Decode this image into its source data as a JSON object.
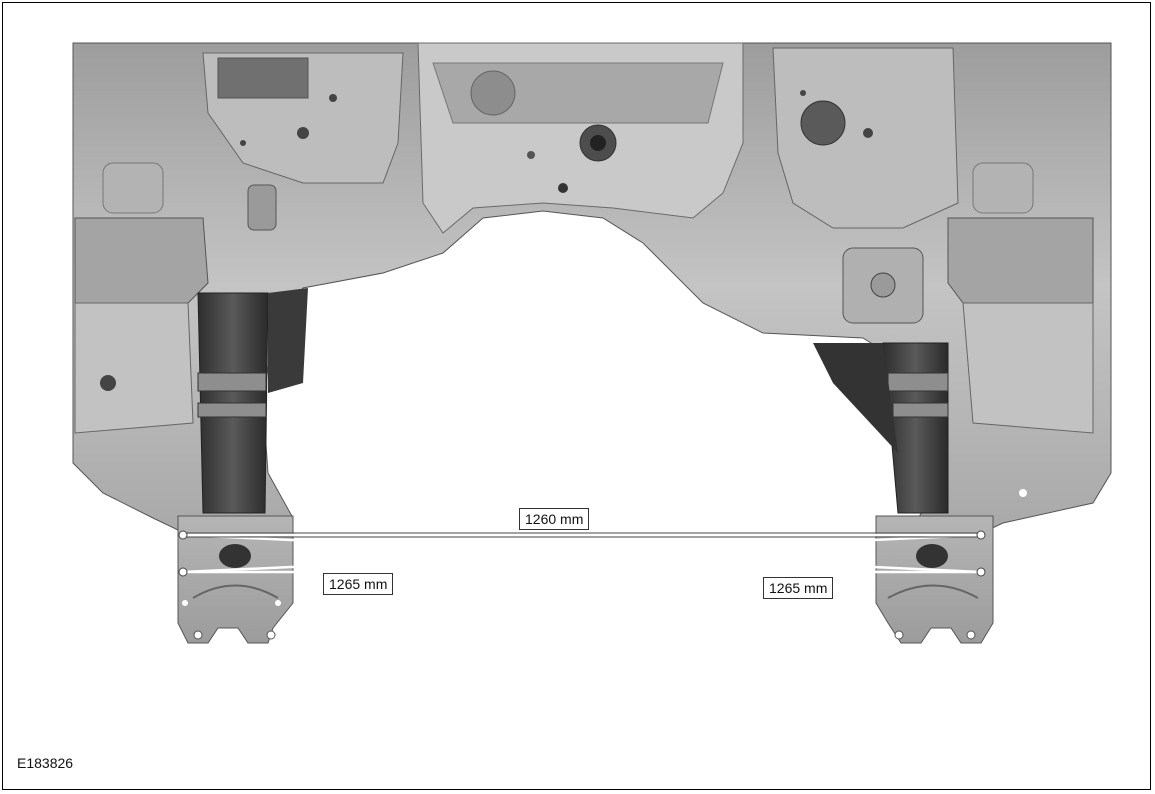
{
  "figure": {
    "id": "E183826",
    "measurements": {
      "top": "1260 mm",
      "left_diagonal": "1265 mm",
      "right_diagonal": "1265 mm"
    }
  },
  "colors": {
    "body_metal": "#b8b8b8",
    "shadow_metal": "#6a6a6a",
    "dark_metal": "#3c3c3c",
    "line": "#ffffff"
  }
}
